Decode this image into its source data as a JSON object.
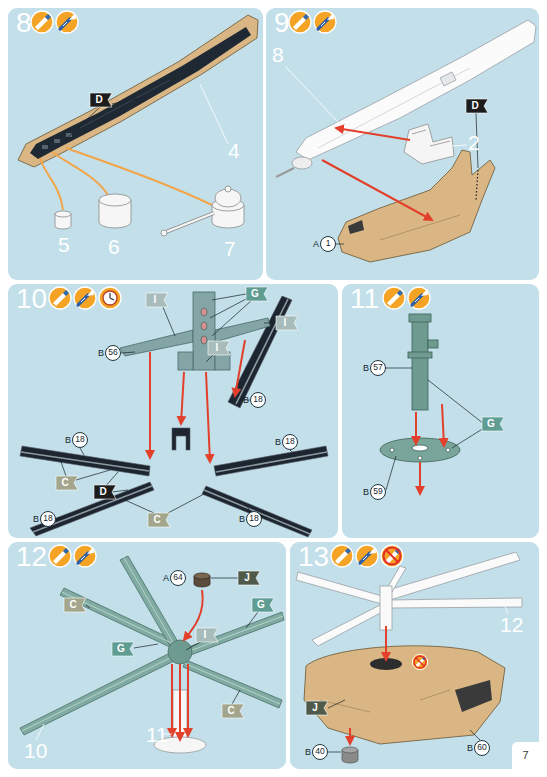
{
  "diagram": {
    "nodes": [
      {
        "text": [
          "8"
        ]
      },
      {
        "text": [
          "D"
        ],
        "in": 0
      },
      {
        "text": [
          "9"
        ]
      },
      {
        "text": [
          "D"
        ],
        "in": 2
      },
      {
        "text": [
          "A",
          "1"
        ],
        "in": 2
      },
      {
        "text": [
          "10"
        ]
      },
      {
        "text": [
          "G"
        ],
        "in": 5
      },
      {
        "text": [
          "I"
        ],
        "in": 5
      },
      {
        "text": [
          "I"
        ],
        "in": 5
      },
      {
        "text": [
          "I"
        ],
        "in": 5
      },
      {
        "text": [
          "B",
          "56"
        ],
        "in": 5
      },
      {
        "text": [
          "B",
          "18"
        ],
        "in": 5
      },
      {
        "text": [
          "B",
          "18"
        ],
        "in": 5
      },
      {
        "text": [
          "B",
          "18"
        ],
        "in": 5
      },
      {
        "text": [
          "C"
        ],
        "in": 5
      },
      {
        "text": [
          "D"
        ],
        "in": 5
      },
      {
        "text": [
          "B",
          "18"
        ],
        "in": 5
      },
      {
        "text": [
          "B",
          "18"
        ],
        "in": 5
      },
      {
        "text": [
          "C"
        ],
        "in": 5
      },
      {
        "text": [
          "11"
        ]
      },
      {
        "text": [
          "B",
          "57"
        ],
        "in": 19
      },
      {
        "text": [
          "G"
        ],
        "in": 19
      },
      {
        "text": [
          "B",
          "59"
        ],
        "in": 19
      },
      {
        "text": [
          "12"
        ]
      },
      {
        "text": [
          "A",
          "64"
        ],
        "in": 23
      },
      {
        "text": [
          "J"
        ],
        "in": 23
      },
      {
        "text": [
          "C"
        ],
        "in": 23
      },
      {
        "text": [
          "G"
        ],
        "in": 23
      },
      {
        "text": [
          "I"
        ],
        "in": 23
      },
      {
        "text": [
          "G"
        ],
        "in": 23
      },
      {
        "text": [
          "C"
        ],
        "in": 23
      },
      {
        "text": [
          "13"
        ]
      },
      {
        "text": [
          "J"
        ],
        "in": 31
      },
      {
        "text": [
          "B",
          "60"
        ],
        "in": 31
      },
      {
        "text": [
          "B",
          "40"
        ],
        "in": 31
      },
      {
        "text": [
          "7"
        ]
      }
    ],
    "labels": [
      "4",
      "5",
      "6",
      "7",
      "8",
      "2",
      "10",
      "11",
      "12"
    ]
  }
}
